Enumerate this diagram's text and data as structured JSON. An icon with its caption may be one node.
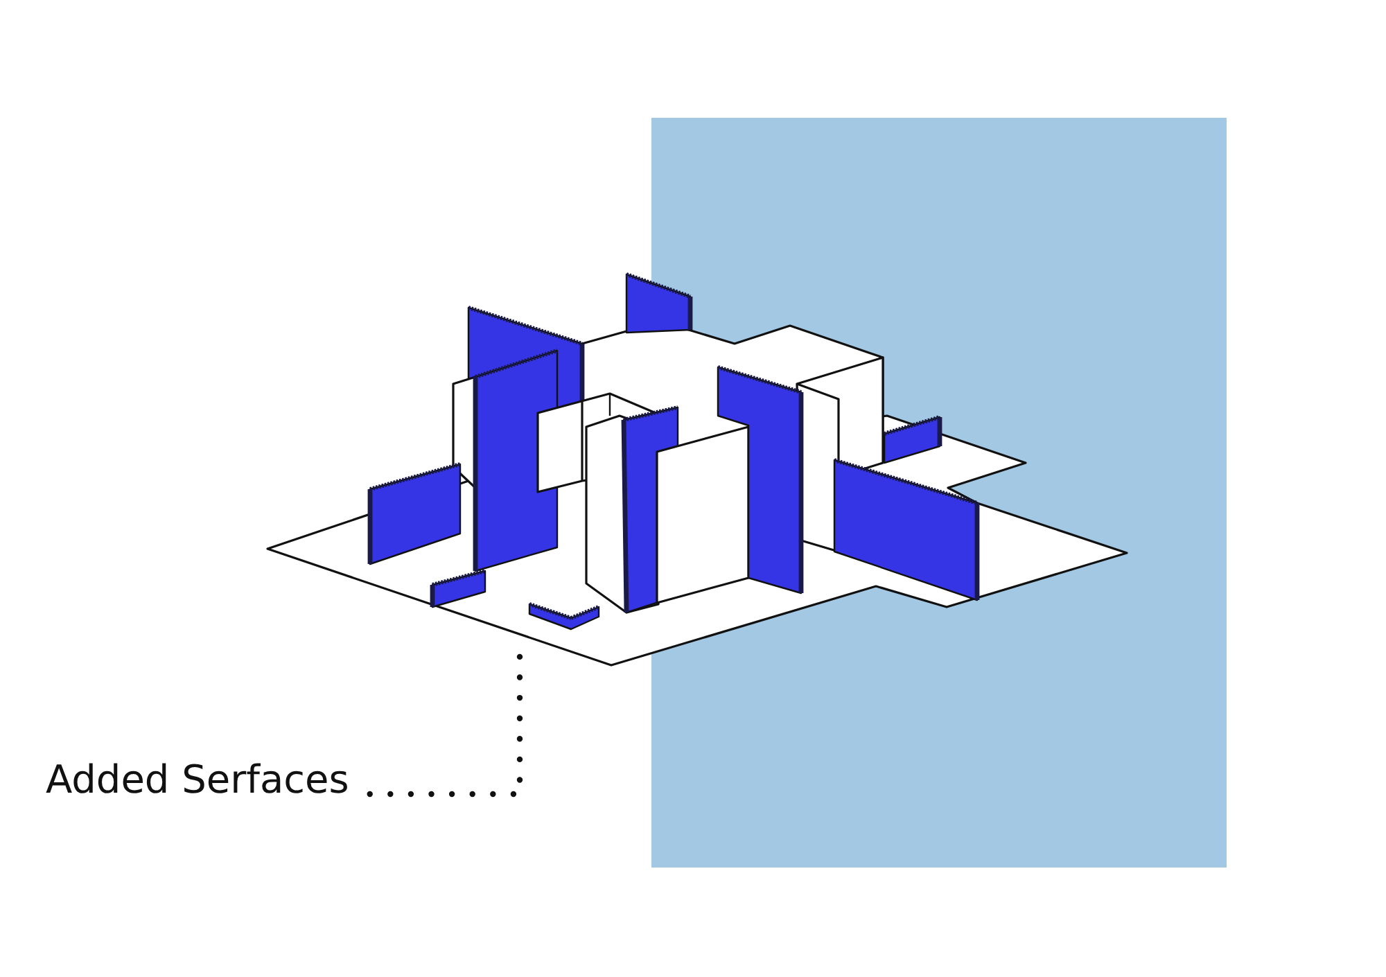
{
  "diagram": {
    "nodes": [
      {
        "text": [],
        "shape": "picture"
      },
      {
        "text": [
          "Added Serfaces"
        ]
      }
    ],
    "edges": [
      {
        "from": 1,
        "to": 0,
        "arrow": "none",
        "style": "dashed"
      }
    ]
  }
}
